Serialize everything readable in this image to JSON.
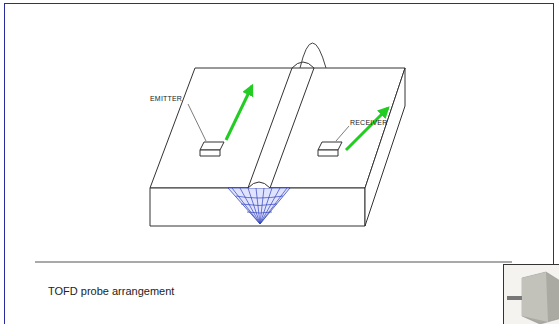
{
  "diagram": {
    "caption": "TOFD probe arrangement",
    "labels": [
      "EMITTER",
      "RECEIVER"
    ]
  }
}
